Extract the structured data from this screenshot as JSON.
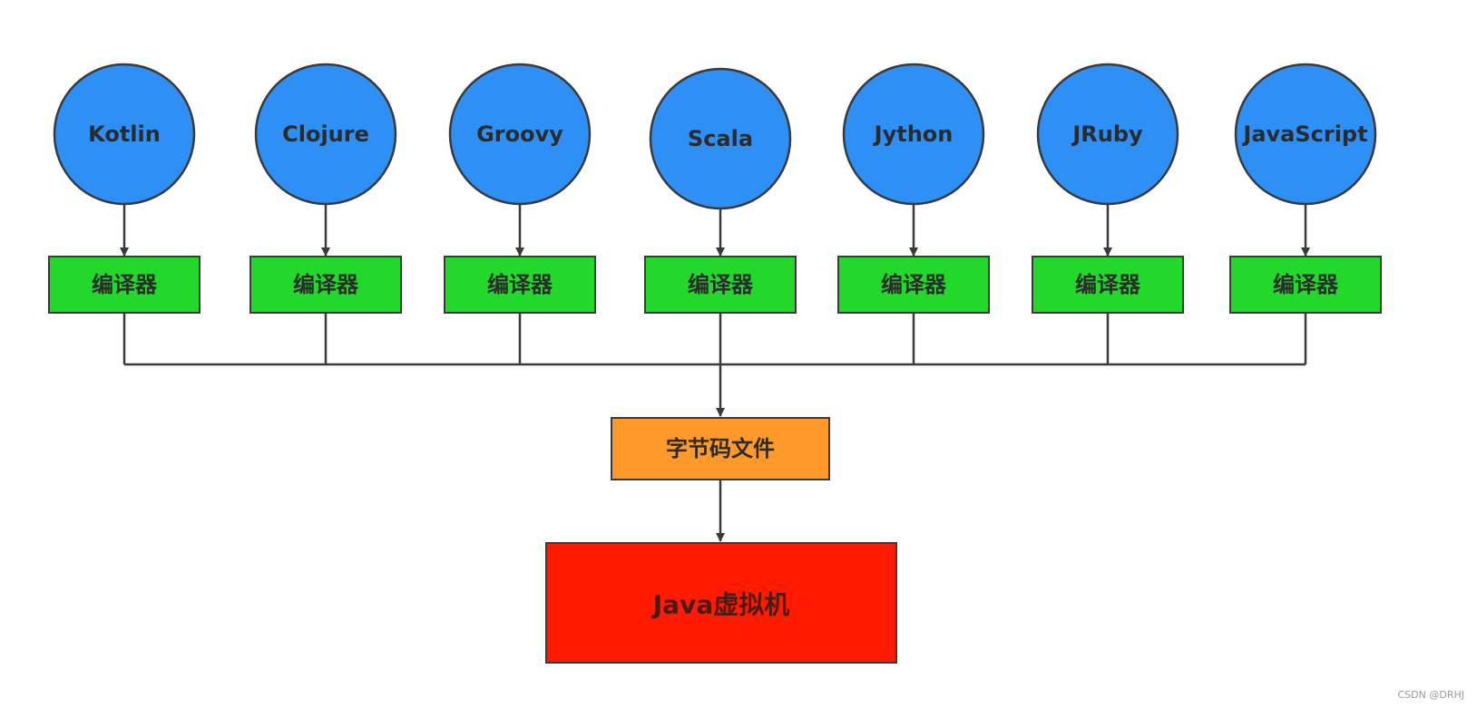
{
  "languages": [
    {
      "name": "Kotlin",
      "compiler": "编译器"
    },
    {
      "name": "Clojure",
      "compiler": "编译器"
    },
    {
      "name": "Groovy",
      "compiler": "编译器"
    },
    {
      "name": "Scala",
      "compiler": "编译器"
    },
    {
      "name": "Jython",
      "compiler": "编译器"
    },
    {
      "name": "JRuby",
      "compiler": "编译器"
    },
    {
      "name": "JavaScript",
      "compiler": "编译器"
    }
  ],
  "bytecode": {
    "label": "字节码文件"
  },
  "jvm": {
    "label": "Java虚拟机"
  },
  "watermark": "CSDN @DRHJ",
  "colors": {
    "circle": "#2e8ff5",
    "compiler_box": "#22d82a",
    "bytecode_box": "#ff9a2a",
    "jvm_box": "#ff1a00",
    "stroke": "#3a3a3a"
  }
}
